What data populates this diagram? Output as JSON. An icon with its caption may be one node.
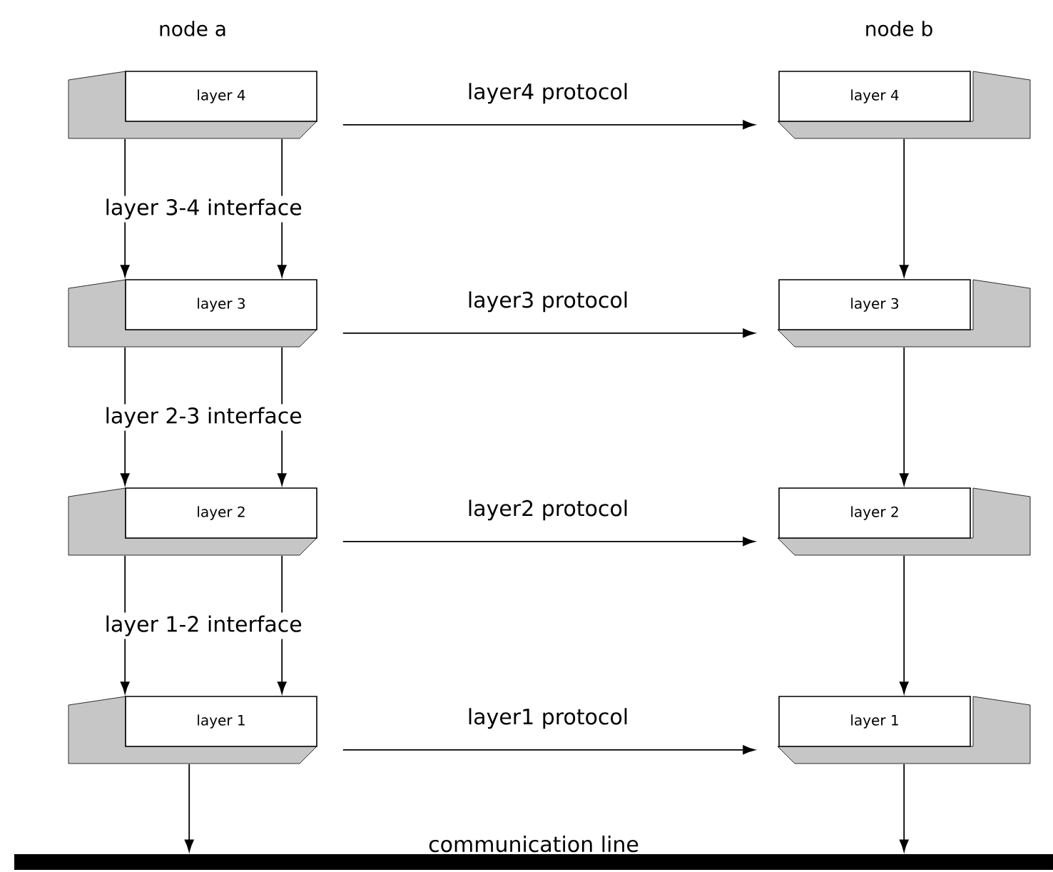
{
  "diagram": {
    "nodes": [
      {
        "text": [
          "layer 4"
        ]
      },
      {
        "text": [
          "layer 4"
        ]
      },
      {
        "text": [
          "layer 3"
        ]
      },
      {
        "text": [
          "layer 3"
        ]
      },
      {
        "text": [
          "layer 2"
        ]
      },
      {
        "text": [
          "layer 2"
        ]
      },
      {
        "text": [
          "layer 1"
        ]
      },
      {
        "text": [
          "layer 1"
        ]
      },
      {
        "text": [
          "communication line"
        ]
      }
    ],
    "edges": [
      {
        "from": 0,
        "to": 1,
        "arrow": "to",
        "label": "layer4 protocol"
      },
      {
        "from": 0,
        "to": 2,
        "arrow": "to",
        "label": "layer 3-4 interface"
      },
      {
        "from": 0,
        "to": 2,
        "arrow": "to"
      },
      {
        "from": 1,
        "to": 3,
        "arrow": "to"
      },
      {
        "from": 2,
        "to": 3,
        "arrow": "to",
        "label": "layer3 protocol"
      },
      {
        "from": 2,
        "to": 4,
        "arrow": "to",
        "label": "layer 2-3 interface"
      },
      {
        "from": 2,
        "to": 4,
        "arrow": "to"
      },
      {
        "from": 3,
        "to": 5,
        "arrow": "to"
      },
      {
        "from": 4,
        "to": 5,
        "arrow": "to",
        "label": "layer2 protocol"
      },
      {
        "from": 4,
        "to": 6,
        "arrow": "to",
        "label": "layer 1-2 interface"
      },
      {
        "from": 4,
        "to": 6,
        "arrow": "to"
      },
      {
        "from": 5,
        "to": 7,
        "arrow": "to"
      },
      {
        "from": 6,
        "to": 7,
        "arrow": "to",
        "label": "layer1 protocol"
      },
      {
        "from": 6,
        "to": 8,
        "arrow": "to"
      },
      {
        "from": 7,
        "to": 8,
        "arrow": "to"
      }
    ],
    "labels": [
      "node a",
      "node b"
    ]
  }
}
